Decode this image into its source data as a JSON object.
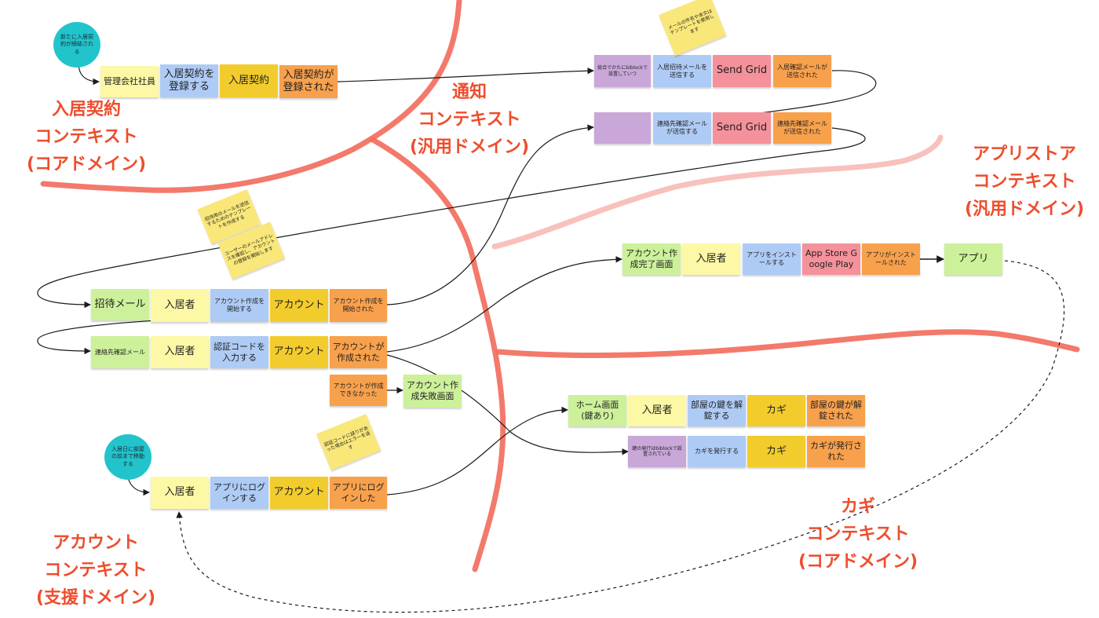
{
  "contexts": {
    "keiyaku": [
      "入居契約",
      "コンテキスト",
      "(コアドメイン)"
    ],
    "tsuchi": [
      "通知",
      "コンテキスト",
      "(汎用ドメイン)"
    ],
    "appstore": [
      "アプリストア",
      "コンテキスト",
      "(汎用ドメイン)"
    ],
    "account": [
      "アカウント",
      "コンテキスト",
      "(支援ドメイン)"
    ],
    "kagi": [
      "カギ",
      "コンテキスト",
      "(コアドメイン)"
    ]
  },
  "triggers": {
    "contract": "新たに入居契約が締結される",
    "movein": "入居日に部屋の前まで移動する"
  },
  "notes": {
    "kanri_user": "管理会社社員",
    "keiyaku_toroku": "入居契約を登録する",
    "keiyaku": "入居契約",
    "keiyaku_torokusareta": "入居契約が登録された",
    "shotai_policy": "総合でかたにbiblockで設置していつ",
    "shotai_send": "入居招待メールを送信する",
    "sendgrid1": "Send Grid",
    "shotai_sent": "入居確認メールが送信された",
    "renraku_send": "連絡先確認メールが送信する",
    "sendgrid2": "Send Grid",
    "renraku_sent": "連絡先確認メールが送信された",
    "sticky_top": "メールの件名や本文はテンプレートを使用します",
    "sticky_mid1": "招待用のメールを送信するためのテンプレートを作成する",
    "sticky_mid2": "ユーザーのメールアドレスを確認し、アカウントの登録を開始します",
    "shotai_mail": "招待メール",
    "resident1": "入居者",
    "acct_start": "アカウント作成を開始する",
    "account1": "アカウント",
    "acct_started": "アカウント作成を開始された",
    "renraku_mail": "連絡先確認メール",
    "resident2": "入居者",
    "auth_code": "認証コードを入力する",
    "account2": "アカウント",
    "acct_created": "アカウントが作成された",
    "acct_failed": "アカウントが作成できなかった",
    "acct_fail_screen": "アカウント作成失敗画面",
    "sticky_low": "認証コードに誤りがあった場合はエラーを返す",
    "resident3": "入居者",
    "app_login": "アプリにログインする",
    "account3": "アカウント",
    "app_loggedin": "アプリにログインした",
    "acct_done_screen": "アカウント作成完了画面",
    "resident4": "入居者",
    "app_install": "アプリをインストールする",
    "appstore": "App Store Google Play",
    "app_installed": "アプリがインストールされた",
    "app": "アプリ",
    "home_screen": "ホーム画面 (鍵あり)",
    "resident5": "入居者",
    "unlock": "部屋の鍵を解錠する",
    "kagi1": "カギ",
    "unlocked": "部屋の鍵が解錠された",
    "kagi_policy": "鍵の発行はbiblockで設置されている",
    "kagi_issue": "カギを発行する",
    "kagi2": "カギ",
    "kagi_issued": "カギが発行された"
  },
  "colors": {
    "boundary": "#f26b5b",
    "context_label": "#ee4d2d",
    "trigger": "#22c4cc"
  }
}
